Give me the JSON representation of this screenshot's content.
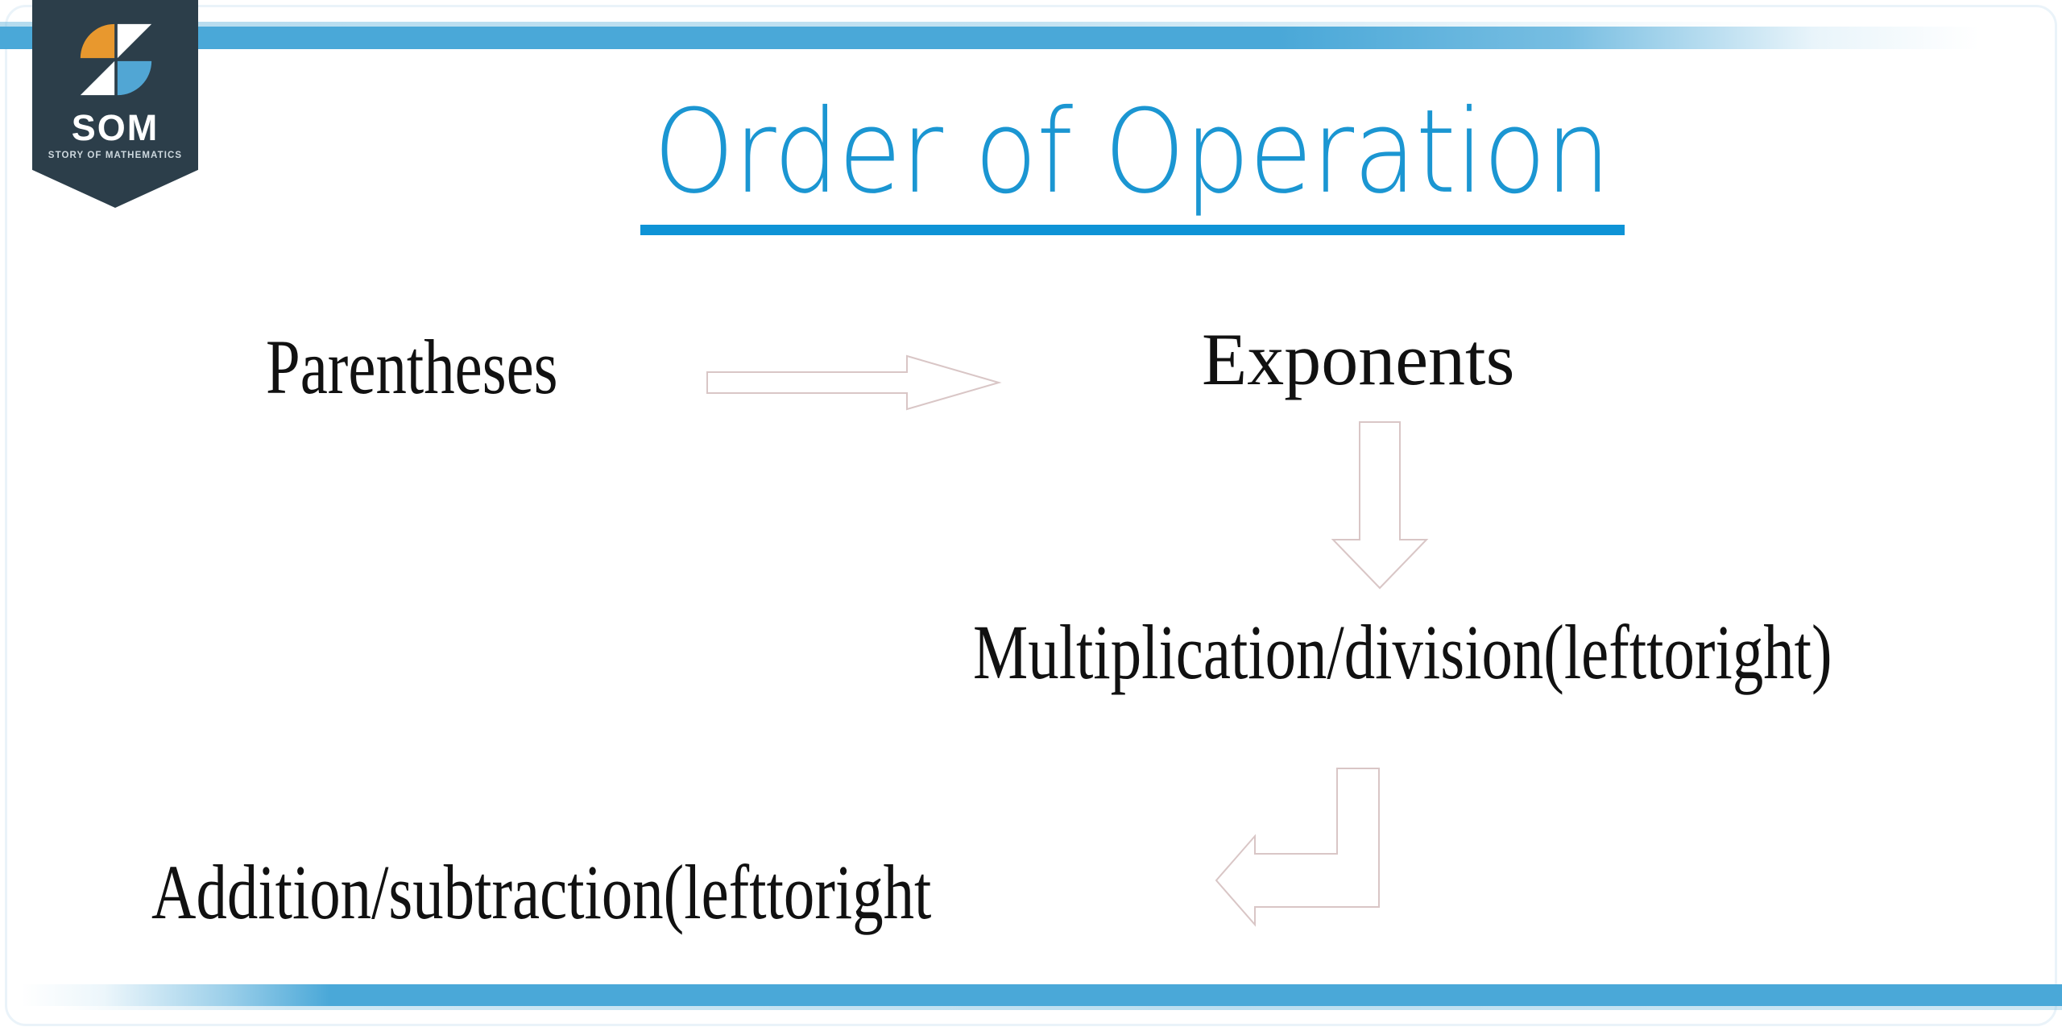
{
  "slide": {
    "title": "Order of Operation",
    "accent_color": "#1b96d2",
    "underline_color": "#0e93d6",
    "background_color": "#ffffff",
    "bar_color": "#4aa8d8",
    "text_color": "#111111",
    "arrow_stroke_color": "#d9c6c6"
  },
  "logo": {
    "wordmark": "SOM",
    "tagline": "STORY OF MATHEMATICS",
    "badge_color": "#2c3e4a",
    "mark_orange": "#e8982e",
    "mark_blue": "#51a6d4",
    "mark_white": "#ffffff"
  },
  "steps": [
    {
      "id": "parentheses",
      "label": "Parentheses"
    },
    {
      "id": "exponents",
      "label": "Exponents"
    },
    {
      "id": "multiplication",
      "label": "Multiplication/division(lefttoright)"
    },
    {
      "id": "addition",
      "label": "Addition/subtraction(lefttoright"
    }
  ],
  "arrows": [
    {
      "id": "arrow-right",
      "direction": "right",
      "from": "parentheses",
      "to": "exponents"
    },
    {
      "id": "arrow-down",
      "direction": "down",
      "from": "exponents",
      "to": "multiplication"
    },
    {
      "id": "arrow-bent",
      "direction": "down-then-left",
      "from": "multiplication",
      "to": "addition"
    }
  ]
}
